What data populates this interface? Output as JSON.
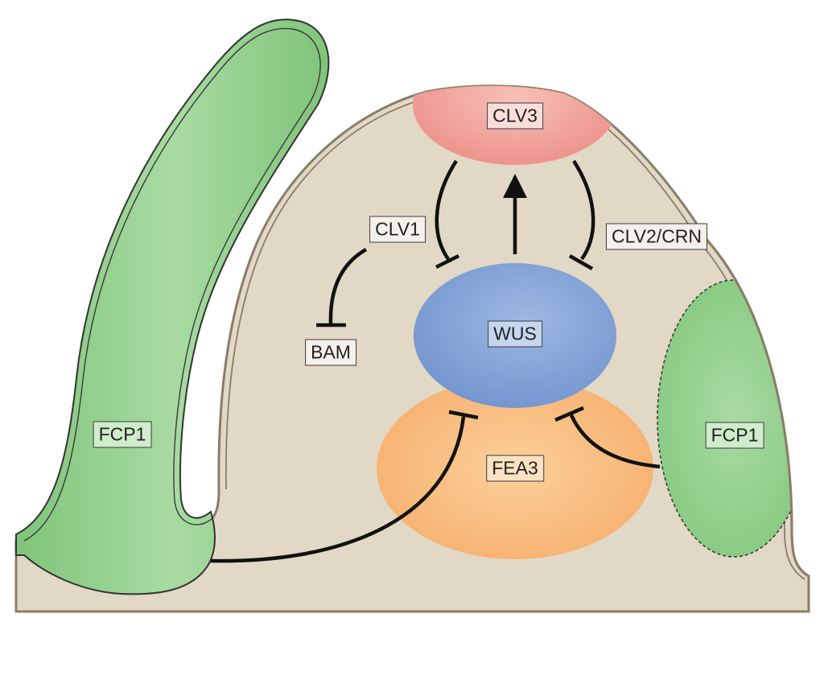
{
  "labels": {
    "clv3": "CLV3",
    "clv1": "CLV1",
    "clv2_crn": "CLV2/CRN",
    "bam": "BAM",
    "wus": "WUS",
    "fea3": "FEA3",
    "fcp1_left": "FCP1",
    "fcp1_right": "FCP1"
  },
  "colors": {
    "meristem_tissue": "#e2d8c6",
    "tissue_outline": "#8a7d68",
    "primordium_green": "#95cf8e",
    "clv3_domain": "#ef9c93",
    "wus_domain": "#7e9ed3",
    "fea3_domain": "#f8b878",
    "label_box_fill": "#f4f1ea",
    "arrow_stroke": "#111111"
  },
  "icons": {
    "activation": "arrow-head",
    "repression": "t-bar"
  }
}
